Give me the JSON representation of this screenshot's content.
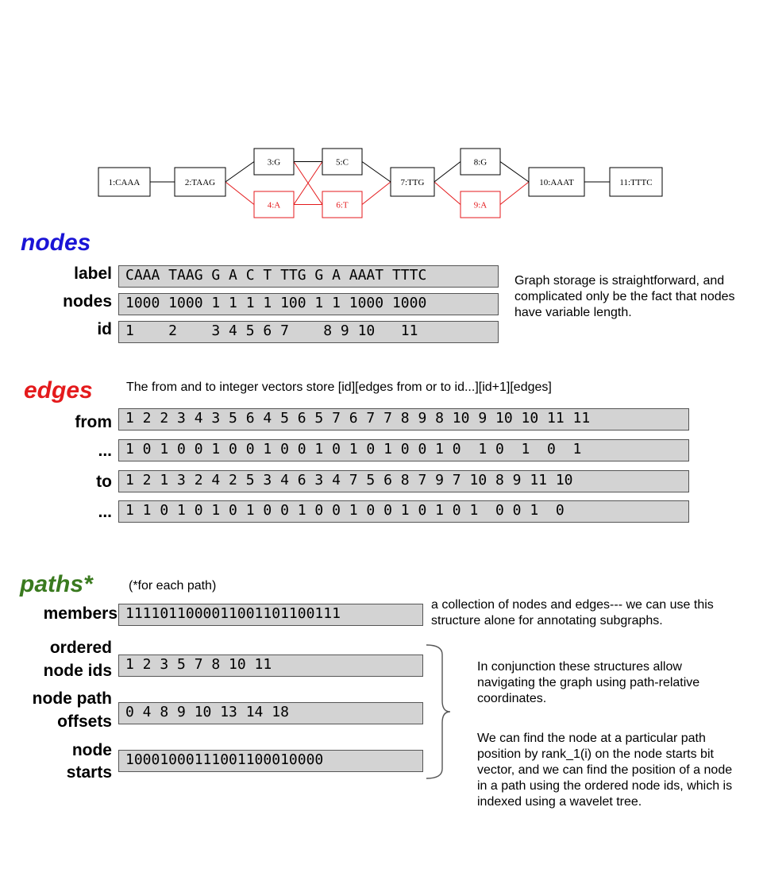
{
  "graph": {
    "nodes": [
      {
        "id": "1",
        "label": "1:CAAA",
        "color": "#000000"
      },
      {
        "id": "2",
        "label": "2:TAAG",
        "color": "#000000"
      },
      {
        "id": "3",
        "label": "3:G",
        "color": "#000000"
      },
      {
        "id": "4",
        "label": "4:A",
        "color": "#e41a1c"
      },
      {
        "id": "5",
        "label": "5:C",
        "color": "#000000"
      },
      {
        "id": "6",
        "label": "6:T",
        "color": "#e41a1c"
      },
      {
        "id": "7",
        "label": "7:TTG",
        "color": "#000000"
      },
      {
        "id": "8",
        "label": "8:G",
        "color": "#000000"
      },
      {
        "id": "9",
        "label": "9:A",
        "color": "#e41a1c"
      },
      {
        "id": "10",
        "label": "10:AAAT",
        "color": "#000000"
      },
      {
        "id": "11",
        "label": "11:TTTC",
        "color": "#000000"
      }
    ],
    "edges": [
      {
        "from": "1",
        "to": "2",
        "color": "#000000"
      },
      {
        "from": "2",
        "to": "3",
        "color": "#000000"
      },
      {
        "from": "2",
        "to": "4",
        "color": "#e41a1c"
      },
      {
        "from": "3",
        "to": "5",
        "color": "#000000"
      },
      {
        "from": "3",
        "to": "6",
        "color": "#e41a1c"
      },
      {
        "from": "4",
        "to": "5",
        "color": "#e41a1c"
      },
      {
        "from": "4",
        "to": "6",
        "color": "#e41a1c"
      },
      {
        "from": "5",
        "to": "7",
        "color": "#000000"
      },
      {
        "from": "6",
        "to": "7",
        "color": "#e41a1c"
      },
      {
        "from": "7",
        "to": "8",
        "color": "#000000"
      },
      {
        "from": "7",
        "to": "9",
        "color": "#e41a1c"
      },
      {
        "from": "8",
        "to": "10",
        "color": "#000000"
      },
      {
        "from": "9",
        "to": "10",
        "color": "#e41a1c"
      },
      {
        "from": "10",
        "to": "11",
        "color": "#000000"
      }
    ]
  },
  "nodes_section": {
    "title": "nodes",
    "title_color": "#1a14d6",
    "rows": [
      {
        "label": "label",
        "value": "CAAA TAAG G A C T TTG G A AAAT TTTC"
      },
      {
        "label": "nodes",
        "value": "1000 1000 1 1 1 1 100 1 1 1000 1000"
      },
      {
        "label": "id",
        "value": "1    2    3 4 5 6 7    8 9 10   11"
      }
    ],
    "note": "Graph storage is straightforward, and complicated only be the fact that nodes have variable length."
  },
  "edges_section": {
    "title": "edges",
    "title_color": "#e41a1c",
    "note": "The from and to integer vectors store [id][edges from or to id...][id+1][edges]",
    "rows": [
      {
        "label": "from",
        "value": "1 2 2 3 4 3 5 6 4 5 6 5 7 6 7 7 8 9 8 10 9 10 10 11 11"
      },
      {
        "label": "...",
        "value": "1 0 1 0 0 1 0 0 1 0 0 1 0 1 0 1 0 0 1 0  1 0  1  0  1"
      },
      {
        "label": "to",
        "value": "1 2 1 3 2 4 2 5 3 4 6 3 4 7 5 6 8 7 9 7 10 8 9 11 10"
      },
      {
        "label": "...",
        "value": "1 1 0 1 0 1 0 1 0 0 1 0 0 1 0 0 1 0 1 0 1  0 0 1  0"
      }
    ]
  },
  "paths_section": {
    "title": "paths*",
    "title_color": "#3a7a1f",
    "subtitle": "(*for each path)",
    "members": {
      "label": "members",
      "value": "1111011000011001101100111"
    },
    "members_note": "a collection of nodes and edges--- we can use this structure alone for annotating subgraphs.",
    "rows": [
      {
        "label_line1": "ordered",
        "label_line2": "node ids",
        "value": "1 2 3 5 7 8 10 11"
      },
      {
        "label_line1": "node path",
        "label_line2": "offsets",
        "value": "0 4 8 9 10 13 14 18"
      },
      {
        "label_line1": "node",
        "label_line2": "starts",
        "value": "10001000111001100010000"
      }
    ],
    "note1": "In conjunction these structures allow navigating the graph using path-relative coordinates.",
    "note2": "We can find the node at a particular path position by rank_1(i) on the node starts bit vector, and we can find the position of a node in a path using the ordered node ids, which is indexed using a wavelet tree."
  }
}
